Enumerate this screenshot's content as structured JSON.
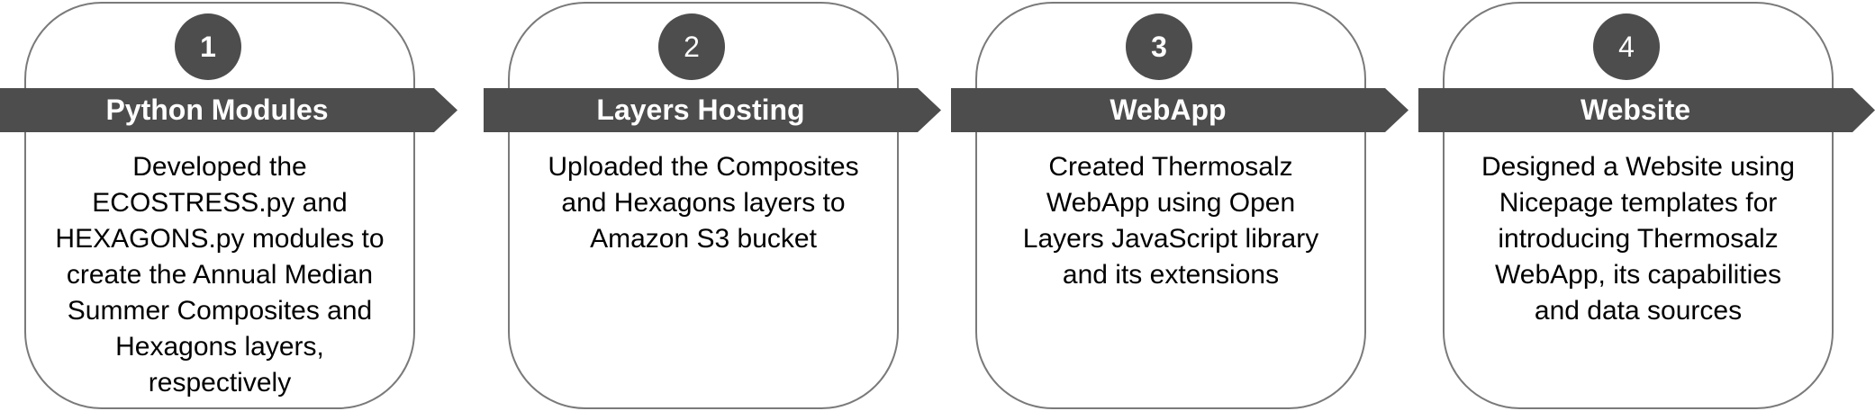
{
  "diagram": {
    "colors": {
      "banner": "#4d4d4d",
      "circle": "#4d4d4d",
      "card_border": "#7a7a7a",
      "banner_text": "#ffffff",
      "body_text": "#000000"
    },
    "steps": [
      {
        "number": "1",
        "title": "Python Modules",
        "lines": [
          "Developed the",
          "ECOSTRESS.py and",
          "HEXAGONS.py modules to",
          "create the Annual Median",
          "Summer Composites and",
          "Hexagons layers,",
          "respectively"
        ]
      },
      {
        "number": "2",
        "title": "Layers Hosting",
        "lines": [
          "Uploaded the Composites",
          "and Hexagons layers to",
          "Amazon S3 bucket"
        ]
      },
      {
        "number": "3",
        "title": "WebApp",
        "lines": [
          "Created Thermosalz",
          "WebApp using Open",
          "Layers JavaScript library",
          "and its extensions"
        ]
      },
      {
        "number": "4",
        "title": "Website",
        "lines": [
          "Designed a Website using",
          "Nicepage templates for",
          "introducing Thermosalz",
          "WebApp, its capabilities",
          "and data sources"
        ]
      }
    ]
  }
}
